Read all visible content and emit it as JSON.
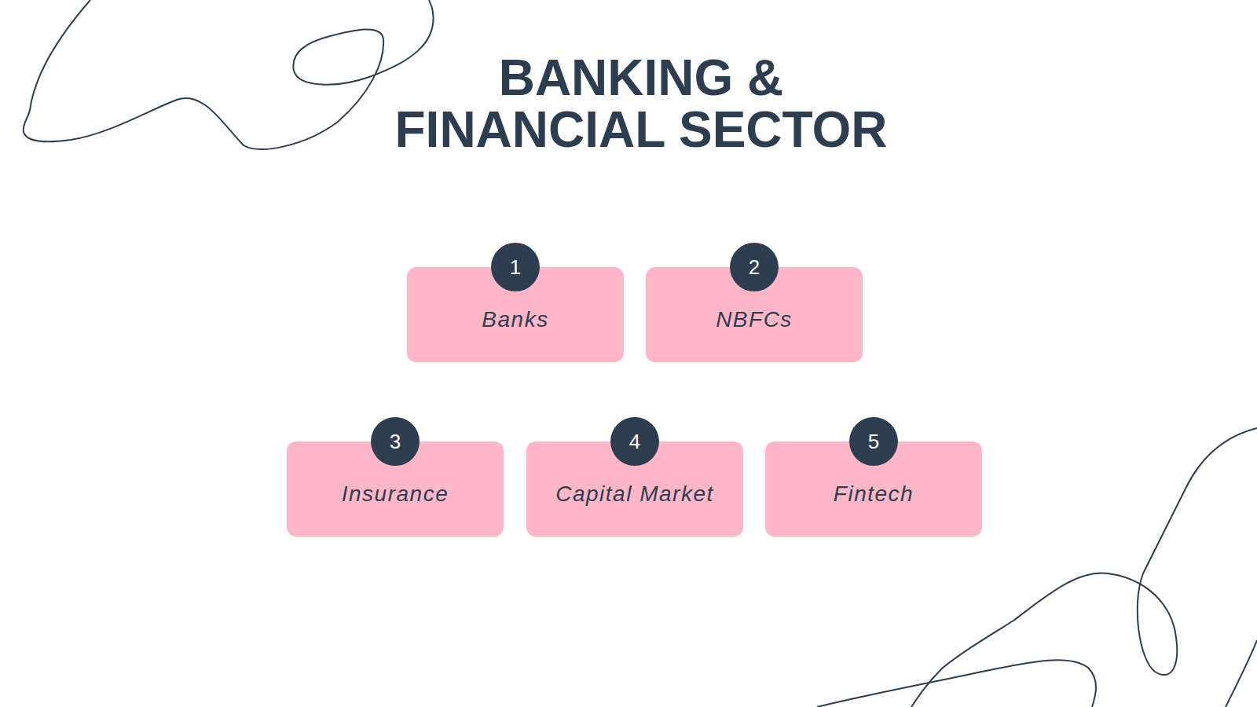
{
  "diagram": {
    "title": "BANKING & FINANCIAL SECTOR",
    "nodes": [
      {
        "text": [
          "Banks"
        ]
      },
      {
        "text": [
          "NBFCs"
        ]
      },
      {
        "text": [
          "Insurance"
        ]
      },
      {
        "text": [
          "Capital Market"
        ]
      },
      {
        "text": [
          "Fintech"
        ]
      }
    ],
    "labels": [
      "1",
      "2",
      "3",
      "4",
      "5"
    ]
  }
}
